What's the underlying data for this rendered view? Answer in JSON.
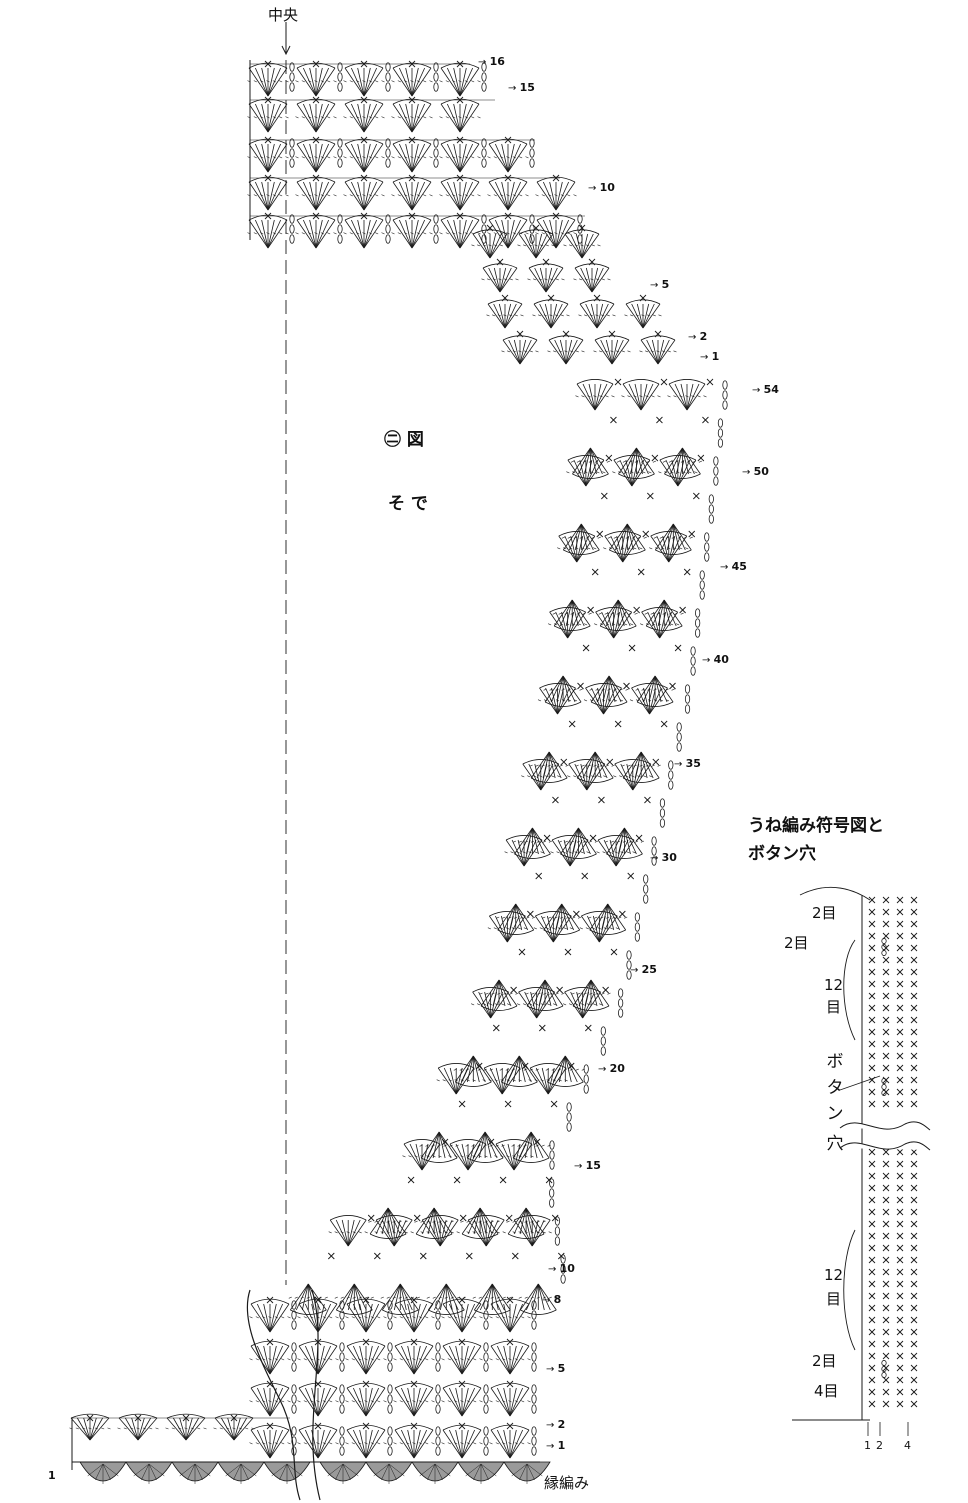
{
  "chart": {
    "center_label": "中央",
    "diagram_label": "㊁ 図",
    "part_label": "そ で",
    "edge_label": "縁編み",
    "chart1_rows": [
      "16",
      "15",
      "10",
      "5",
      "2",
      "1"
    ],
    "chart2_rows": [
      "54",
      "50",
      "45",
      "40",
      "35",
      "30",
      "25",
      "20",
      "15",
      "10",
      "8",
      "5",
      "2",
      "1",
      "1"
    ]
  },
  "inset": {
    "title_line1": "うね編み符号図と",
    "title_line2": "ボタン穴",
    "labels": [
      "2目",
      "2目",
      "12",
      "目",
      "ボ",
      "タ",
      "ン",
      "穴",
      "12",
      "目",
      "2目",
      "4目"
    ],
    "col_numbers": [
      "1",
      "2",
      "4"
    ]
  },
  "colors": {
    "ink": "#1a1a1a",
    "edge_fill": "#9a9a9a",
    "paper": "#ffffff"
  }
}
